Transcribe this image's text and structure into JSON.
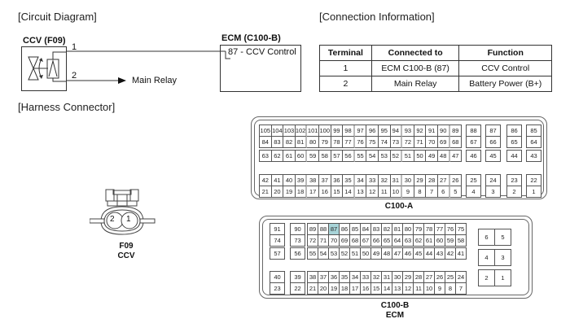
{
  "sections": {
    "circuit": "[Circuit Diagram]",
    "connection": "[Connection Information]",
    "harness": "[Harness Connector]"
  },
  "circuit": {
    "component_label": "CCV (F09)",
    "ecm_label": "ECM (C100-B)",
    "pin1": "1",
    "pin2": "2",
    "ecm_pin_text": "87 - CCV Control",
    "main_relay": "Main Relay"
  },
  "connection_table": {
    "headers": [
      "Terminal",
      "Connected to",
      "Function"
    ],
    "rows": [
      [
        "1",
        "ECM C100-B (87)",
        "CCV Control"
      ],
      [
        "2",
        "Main Relay",
        "Battery Power (B+)"
      ]
    ]
  },
  "ccv_connector": {
    "pins": [
      "2",
      "1"
    ],
    "label1": "F09",
    "label2": "CCV"
  },
  "c100a": {
    "label": "C100-A",
    "block_rows": [
      [
        "105",
        "104",
        "103",
        "102",
        "101",
        "100",
        "99",
        "98",
        "97",
        "96",
        "95",
        "94",
        "93",
        "92",
        "91",
        "90",
        "89"
      ],
      [
        "84",
        "83",
        "82",
        "81",
        "80",
        "79",
        "78",
        "77",
        "76",
        "75",
        "74",
        "73",
        "72",
        "71",
        "70",
        "69",
        "68"
      ],
      [
        "63",
        "62",
        "61",
        "60",
        "59",
        "58",
        "57",
        "56",
        "55",
        "54",
        "53",
        "52",
        "51",
        "50",
        "49",
        "48",
        "47"
      ],
      [
        "42",
        "41",
        "40",
        "39",
        "38",
        "37",
        "36",
        "35",
        "34",
        "33",
        "32",
        "31",
        "30",
        "29",
        "28",
        "27",
        "26"
      ],
      [
        "21",
        "20",
        "19",
        "18",
        "17",
        "16",
        "15",
        "14",
        "13",
        "12",
        "11",
        "10",
        "9",
        "8",
        "7",
        "6",
        "5"
      ]
    ],
    "side_cols": [
      [
        "88",
        "67",
        "46",
        "25",
        "4"
      ],
      [
        "87",
        "66",
        "45",
        "24",
        "3"
      ],
      [
        "86",
        "65",
        "44",
        "23",
        "2"
      ],
      [
        "85",
        "64",
        "43",
        "22",
        "1"
      ]
    ]
  },
  "c100b": {
    "label1": "C100-B",
    "label2": "ECM",
    "highlight_pin": "87",
    "highlight_color": "#a8d4d8",
    "left_cols": [
      [
        "91",
        "74",
        "57",
        "40",
        "23"
      ],
      [
        "90",
        "73",
        "56",
        "39",
        "22"
      ]
    ],
    "block_rows": [
      [
        "89",
        "88",
        "87",
        "86",
        "85",
        "84",
        "83",
        "82",
        "81",
        "80",
        "79",
        "78",
        "77",
        "76",
        "75"
      ],
      [
        "72",
        "71",
        "70",
        "69",
        "68",
        "67",
        "66",
        "65",
        "64",
        "63",
        "62",
        "61",
        "60",
        "59",
        "58"
      ],
      [
        "55",
        "54",
        "53",
        "52",
        "51",
        "50",
        "49",
        "48",
        "47",
        "46",
        "45",
        "44",
        "43",
        "42",
        "41"
      ],
      [
        "38",
        "37",
        "36",
        "35",
        "34",
        "33",
        "32",
        "31",
        "30",
        "29",
        "28",
        "27",
        "26",
        "25",
        "24"
      ],
      [
        "21",
        "20",
        "19",
        "18",
        "17",
        "16",
        "15",
        "14",
        "13",
        "12",
        "11",
        "10",
        "9",
        "8",
        "7"
      ]
    ],
    "right_pairs": [
      [
        "6",
        "5"
      ],
      [
        "4",
        "3"
      ],
      [
        "2",
        "1"
      ]
    ]
  }
}
